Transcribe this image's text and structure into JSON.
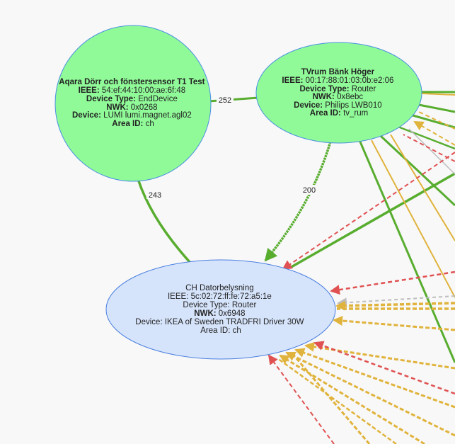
{
  "nodes": [
    {
      "id": "aqara",
      "title": "Aqara Dörr och fönstersensor T1 Test",
      "ieee_label": "IEEE:",
      "ieee": "54:ef:44:10:00:ae:6f:48",
      "type_label": "Device Type:",
      "type": "EndDevice",
      "nwk_label": "NWK:",
      "nwk": "0x0268",
      "device_label": "Device:",
      "device": "LUMI lumi.magnet.agl02",
      "area_label": "Area ID:",
      "area": "ch",
      "fill": "#90fa98",
      "stroke": "#4a90e2"
    },
    {
      "id": "tvrum",
      "title": "TVrum Bänk Höger",
      "ieee_label": "IEEE:",
      "ieee": "00:17:88:01:03:0b:e2:06",
      "type_label": "Device Type:",
      "type": "Router",
      "nwk_label": "NWK:",
      "nwk": "0x8ebc",
      "device_label": "Device:",
      "device": "Philips LWB010",
      "area_label": "Area ID:",
      "area": "tv_rum",
      "fill": "#90fa98",
      "stroke": "#4a90e2"
    },
    {
      "id": "datorbelysning",
      "title": "CH Datorbelysning",
      "ieee_label": "IEEE:",
      "ieee": "5c:02:72:ff:fe:72:a5:1e",
      "type_label": "Device Type:",
      "type": "Router",
      "nwk_label": "NWK:",
      "nwk": "0x6948",
      "device_label": "Device:",
      "device": "IKEA of Sweden TRADFRI Driver 30W",
      "area_label": "Area ID:",
      "area": "ch",
      "fill": "#d6e4fb",
      "stroke": "#4a7fe0"
    }
  ],
  "edge_labels": [
    "252",
    "243",
    "200"
  ],
  "colors": {
    "strong": "#58ad2f",
    "medium": "#e0b33c",
    "weak": "#e05252",
    "unknown": "#bdbdbd",
    "background": "#f8f8f8"
  }
}
